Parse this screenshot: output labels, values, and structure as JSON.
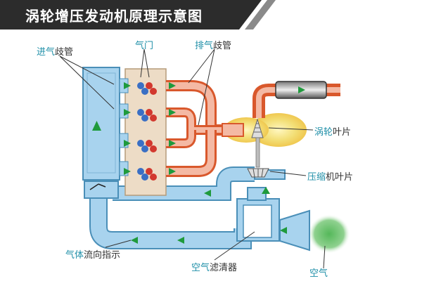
{
  "title": "涡轮增压发动机原理示意图",
  "labels": {
    "intake_manifold": {
      "accent": "进气",
      "rest": "歧管"
    },
    "valves": {
      "accent": "气门",
      "rest": ""
    },
    "exhaust_manifold": {
      "accent": "排气",
      "rest": "歧管"
    },
    "turbine_blade": {
      "accent": "涡轮",
      "rest": "叶片"
    },
    "compressor_blade": {
      "accent": "压缩",
      "rest": "机叶片"
    },
    "airflow_direction": {
      "accent": "气体",
      "rest": "流向指示"
    },
    "air_filter": {
      "accent": "空气",
      "rest": "滤清器"
    },
    "air": {
      "accent": "空气",
      "rest": ""
    }
  },
  "colors": {
    "intake_blue": "#a8d3ee",
    "intake_border": "#4a8fb8",
    "exhaust_red": "#d9582c",
    "exhaust_light": "#f4b9a4",
    "engine_block": "#eddcc6",
    "arrow_green": "#1f9a3c",
    "label_accent": "#1f8fa8",
    "title_bg": "#2c2c2c"
  }
}
